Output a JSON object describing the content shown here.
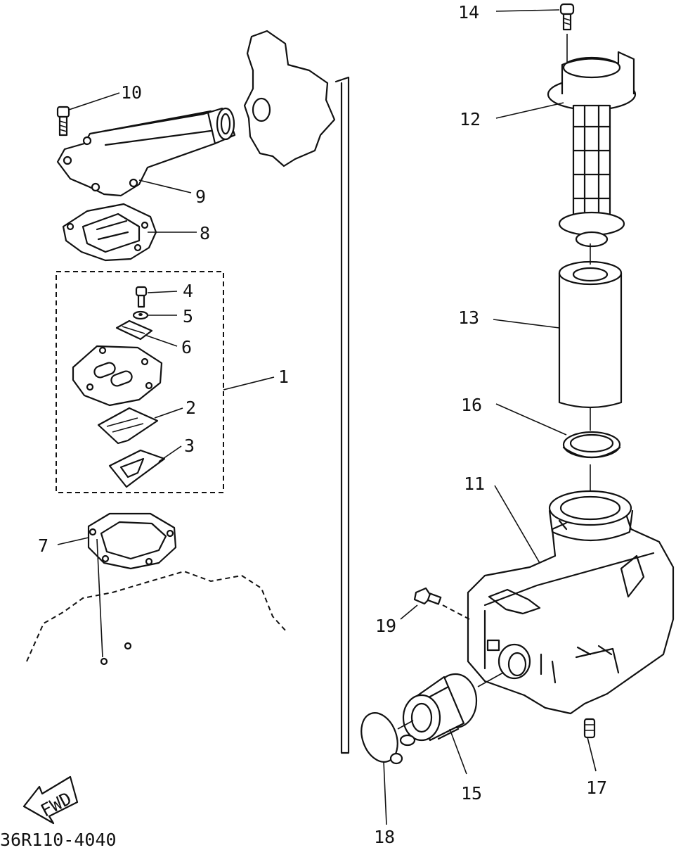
{
  "diagram_code": "36R110-4040",
  "fwd_label": "FWD",
  "callouts": {
    "c1": "1",
    "c2": "2",
    "c3": "3",
    "c4": "4",
    "c5": "5",
    "c6": "6",
    "c7": "7",
    "c8": "8",
    "c9": "9",
    "c10": "10",
    "c11": "11",
    "c12": "12",
    "c13": "13",
    "c14": "14",
    "c15": "15",
    "c16": "16",
    "c17": "17",
    "c18": "18",
    "c19": "19"
  }
}
